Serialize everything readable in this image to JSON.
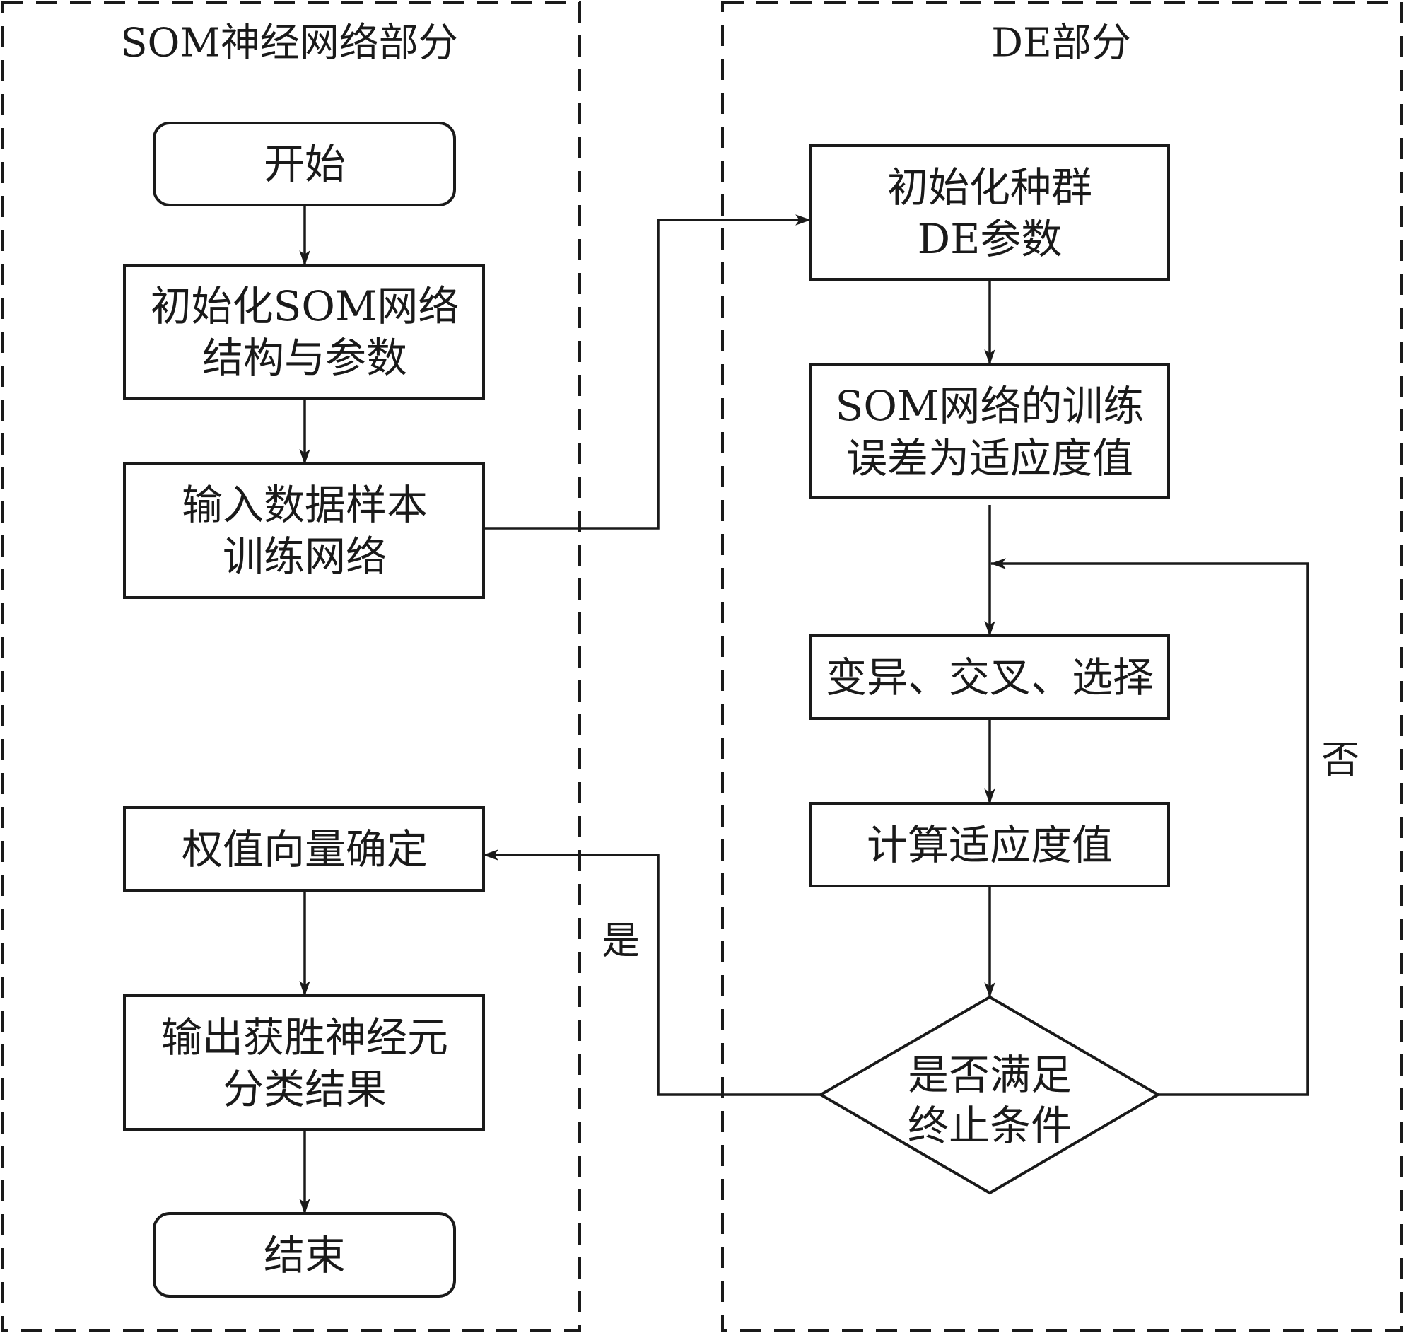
{
  "sections": {
    "left": {
      "title": "SOM神经网络部分"
    },
    "right": {
      "title": "DE部分"
    }
  },
  "nodes": {
    "start": {
      "lines": [
        "开始"
      ]
    },
    "init_som": {
      "lines": [
        "初始化SOM网络",
        "结构与参数"
      ]
    },
    "input_train": {
      "lines": [
        "输入数据样本",
        "训练网络"
      ]
    },
    "weight": {
      "lines": [
        "权值向量确定"
      ]
    },
    "output": {
      "lines": [
        "输出获胜神经元",
        "分类结果"
      ]
    },
    "end": {
      "lines": [
        "结束"
      ]
    },
    "init_pop": {
      "lines": [
        "初始化种群",
        "DE参数"
      ]
    },
    "som_fitness": {
      "lines": [
        "SOM网络的训练",
        "误差为适应度值"
      ]
    },
    "evolve": {
      "lines": [
        "变异、交叉、选择"
      ]
    },
    "calc_fitness": {
      "lines": [
        "计算适应度值"
      ]
    },
    "decision": {
      "lines": [
        "是否满足",
        "终止条件"
      ]
    }
  },
  "edge_labels": {
    "yes": "是",
    "no": "否"
  }
}
